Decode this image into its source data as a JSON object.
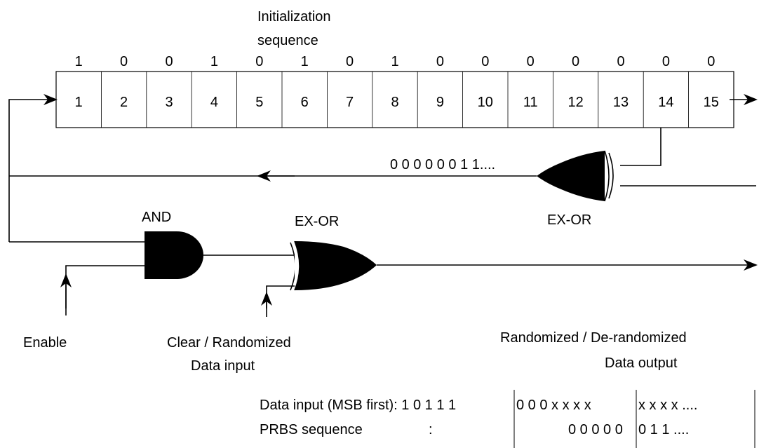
{
  "init_label_line1": "Initialization",
  "init_label_line2": "sequence",
  "init_bits": [
    "1",
    "0",
    "0",
    "1",
    "0",
    "1",
    "0",
    "1",
    "0",
    "0",
    "0",
    "0",
    "0",
    "0",
    "0"
  ],
  "register_cells": [
    "1",
    "2",
    "3",
    "4",
    "5",
    "6",
    "7",
    "8",
    "9",
    "10",
    "11",
    "12",
    "13",
    "14",
    "15"
  ],
  "feedback_stream": "0 0 0 0 0 0 1 1....",
  "gates": {
    "feedback_xor_label": "EX-OR",
    "and_label": "AND",
    "data_xor_label": "EX-OR"
  },
  "inputs": {
    "enable_label": "Enable",
    "data_in_line1": "Clear / Randomized",
    "data_in_line2": "Data input"
  },
  "output": {
    "line1": "Randomized / De-randomized",
    "line2": "Data output"
  },
  "timing": {
    "data_input_label": "Data input (MSB first): 1 0 1 1 1",
    "data_input_seg2": "0 0 0   x x x   x",
    "data_input_seg3": "x x x x  ....",
    "prbs_label": "PRBS sequence",
    "prbs_colon": ":",
    "prbs_seg2": "0 0 0 0 0",
    "prbs_seg3": "0 1 1  ...."
  }
}
